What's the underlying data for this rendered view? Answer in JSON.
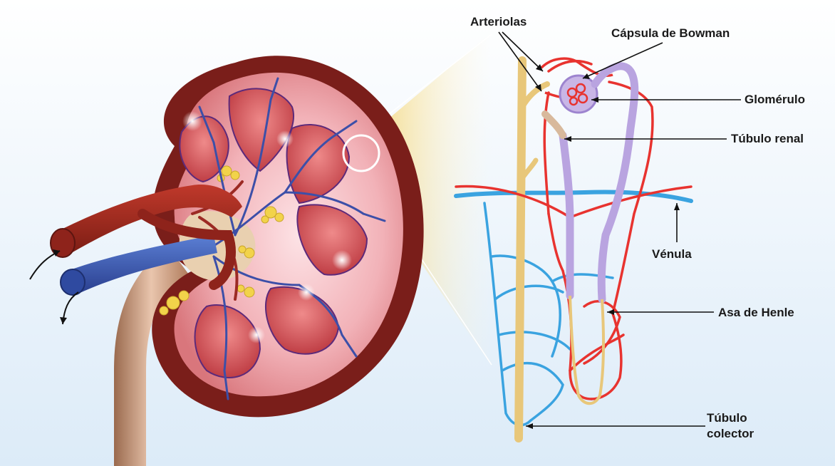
{
  "labels": {
    "arteriolas": "Arteriolas",
    "capsula_bowman": "Cápsula de Bowman",
    "glomerulo": "Glomérulo",
    "tubulo_renal": "Túbulo renal",
    "venula": "Vénula",
    "asa_henle": "Asa de Henle",
    "tubulo_colector_1": "Túbulo",
    "tubulo_colector_2": "colector"
  },
  "colors": {
    "artery": "#e8332f",
    "vein": "#3aa3e0",
    "tubule": "#e8c77a",
    "capsule": "#b39ddb",
    "kidney_outer": "#7a1e1a",
    "kidney_cortex": "#e79a9c",
    "background": "#e6f1fb"
  }
}
